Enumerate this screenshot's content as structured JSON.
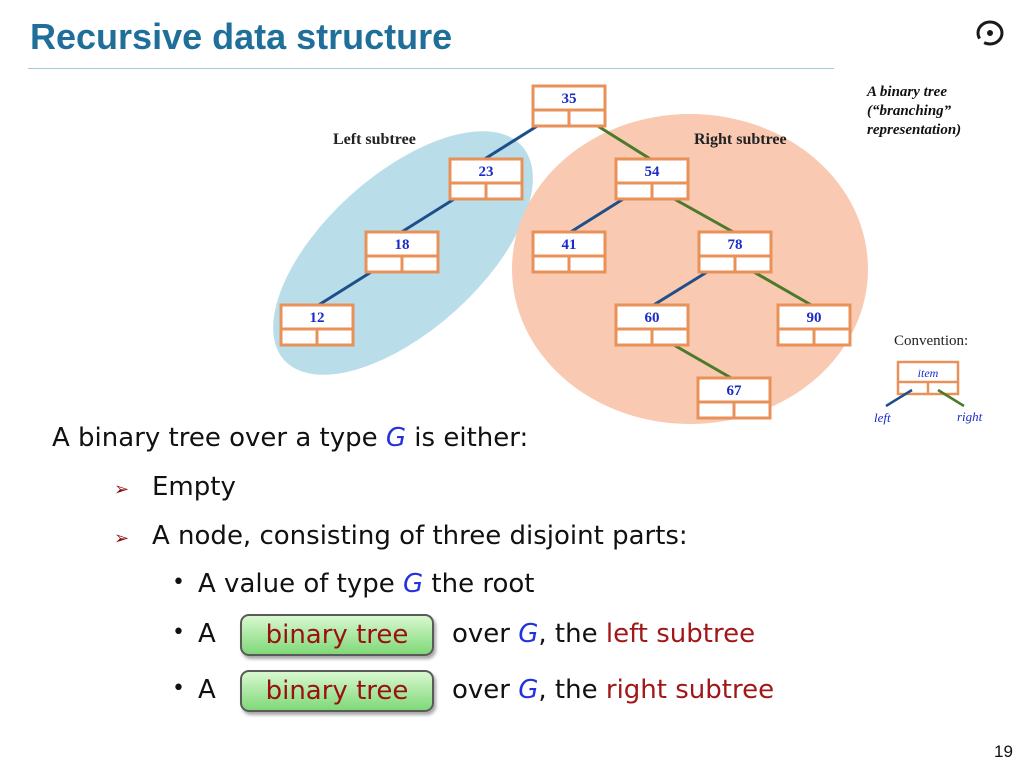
{
  "slide": {
    "title": "Recursive data structure",
    "page_number": "19"
  },
  "diagram": {
    "left_subtree_label": "Left subtree",
    "right_subtree_label": "Right subtree",
    "caption_line1": "A binary tree",
    "caption_line2": "(“branching”",
    "caption_line3": "representation)",
    "nodes": [
      "35",
      "23",
      "54",
      "18",
      "41",
      "78",
      "12",
      "60",
      "90",
      "67"
    ],
    "convention_title": "Convention:",
    "convention_item": "item",
    "convention_left": "left",
    "convention_right": "right",
    "colors": {
      "node_border": "#e8925a",
      "node_text": "#1a2bc8",
      "left_edge": "#1f4f8a",
      "right_edge": "#4a7a2a",
      "left_region": "#add8e6",
      "right_region": "#f9c9b2"
    }
  },
  "content": {
    "intro_pre": "A binary tree over a type ",
    "type_name": "G",
    "intro_post": " is either:",
    "bullet1": "Empty",
    "bullet2": "A node, consisting of three disjoint parts:",
    "sub1_pre": "A value of type ",
    "sub1_post": " the root",
    "sub2_a": "A",
    "pill_text": "binary tree",
    "sub2_over": "over ",
    "sub2_the": ", the ",
    "sub2_left": "left subtree",
    "sub3_right": "right subtree"
  }
}
